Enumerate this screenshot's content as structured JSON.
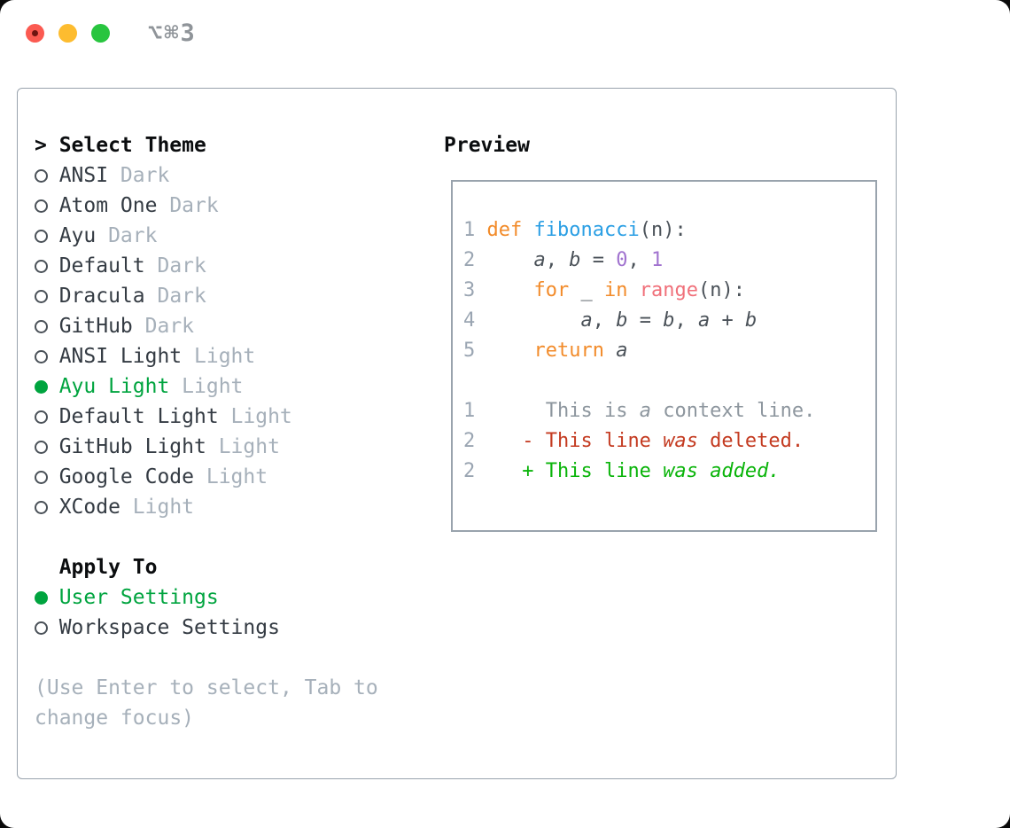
{
  "titlebar": {
    "shortcut": "⌥⌘3"
  },
  "theme_list": {
    "cursor": ">",
    "title": "Select Theme",
    "items": [
      {
        "name": "ANSI",
        "variant": "Dark",
        "selected": false
      },
      {
        "name": "Atom One",
        "variant": "Dark",
        "selected": false
      },
      {
        "name": "Ayu",
        "variant": "Dark",
        "selected": false
      },
      {
        "name": "Default",
        "variant": "Dark",
        "selected": false
      },
      {
        "name": "Dracula",
        "variant": "Dark",
        "selected": false
      },
      {
        "name": "GitHub",
        "variant": "Dark",
        "selected": false
      },
      {
        "name": "ANSI Light",
        "variant": "Light",
        "selected": false
      },
      {
        "name": "Ayu Light",
        "variant": "Light",
        "selected": true
      },
      {
        "name": "Default Light",
        "variant": "Light",
        "selected": false
      },
      {
        "name": "GitHub Light",
        "variant": "Light",
        "selected": false
      },
      {
        "name": "Google Code",
        "variant": "Light",
        "selected": false
      },
      {
        "name": "XCode",
        "variant": "Light",
        "selected": false
      }
    ]
  },
  "apply_to": {
    "title": "Apply To",
    "items": [
      {
        "name": "User Settings",
        "selected": true
      },
      {
        "name": "Workspace Settings",
        "selected": false
      }
    ]
  },
  "hint_lines": [
    "(Use Enter to select, Tab to",
    "change focus)"
  ],
  "preview": {
    "title": "Preview",
    "lines": [
      [
        {
          "t": "1 ",
          "c": "num"
        },
        {
          "t": "def",
          "c": "kw"
        },
        {
          "t": " ",
          "c": "pl"
        },
        {
          "t": "fibonacci",
          "c": "fn"
        },
        {
          "t": "(n):",
          "c": "pl"
        }
      ],
      [
        {
          "t": "2 ",
          "c": "num"
        },
        {
          "t": "    ",
          "c": "pl"
        },
        {
          "t": "a",
          "c": "pl",
          "i": true
        },
        {
          "t": ", ",
          "c": "pl"
        },
        {
          "t": "b",
          "c": "pl",
          "i": true
        },
        {
          "t": " = ",
          "c": "pl"
        },
        {
          "t": "0",
          "c": "lit"
        },
        {
          "t": ", ",
          "c": "pl"
        },
        {
          "t": "1",
          "c": "lit"
        }
      ],
      [
        {
          "t": "3 ",
          "c": "num"
        },
        {
          "t": "    ",
          "c": "pl"
        },
        {
          "t": "for",
          "c": "kw"
        },
        {
          "t": " _ ",
          "c": "pl"
        },
        {
          "t": "in",
          "c": "kw"
        },
        {
          "t": " ",
          "c": "pl"
        },
        {
          "t": "range",
          "c": "call"
        },
        {
          "t": "(n):",
          "c": "pl"
        }
      ],
      [
        {
          "t": "4 ",
          "c": "num"
        },
        {
          "t": "        ",
          "c": "pl"
        },
        {
          "t": "a",
          "c": "pl",
          "i": true
        },
        {
          "t": ", ",
          "c": "pl"
        },
        {
          "t": "b",
          "c": "pl",
          "i": true
        },
        {
          "t": " = ",
          "c": "pl"
        },
        {
          "t": "b",
          "c": "pl",
          "i": true
        },
        {
          "t": ", ",
          "c": "pl"
        },
        {
          "t": "a",
          "c": "pl",
          "i": true
        },
        {
          "t": " + ",
          "c": "pl"
        },
        {
          "t": "b",
          "c": "pl",
          "i": true
        }
      ],
      [
        {
          "t": "5 ",
          "c": "num"
        },
        {
          "t": "    ",
          "c": "pl"
        },
        {
          "t": "return",
          "c": "kw"
        },
        {
          "t": " ",
          "c": "pl"
        },
        {
          "t": "a",
          "c": "pl",
          "i": true
        }
      ],
      [],
      [
        {
          "t": "1",
          "c": "num"
        },
        {
          "t": "      ",
          "c": "pl"
        },
        {
          "t": "This is ",
          "c": "ctx"
        },
        {
          "t": "a",
          "c": "ctx",
          "i": true
        },
        {
          "t": " context line.",
          "c": "ctx"
        }
      ],
      [
        {
          "t": "2",
          "c": "num"
        },
        {
          "t": "    ",
          "c": "pl"
        },
        {
          "t": "- This line ",
          "c": "del"
        },
        {
          "t": "was",
          "c": "del",
          "i": true
        },
        {
          "t": " deleted.",
          "c": "del"
        }
      ],
      [
        {
          "t": "2",
          "c": "num"
        },
        {
          "t": "    ",
          "c": "pl"
        },
        {
          "t": "+ This line ",
          "c": "add"
        },
        {
          "t": "was",
          "c": "add",
          "i": true
        },
        {
          "t": " ",
          "c": "add"
        },
        {
          "t": "added.",
          "c": "add",
          "i": true
        }
      ]
    ]
  },
  "colors": {
    "window_bg": "#ffffff",
    "border": "#99a3ad",
    "traffic_red": "#fb5a51",
    "traffic_red_dot": "#6e1410",
    "traffic_yellow": "#fdbc2f",
    "traffic_green": "#28c53f",
    "shortcut_gray": "#8f9499",
    "heading": "#0b0d0f",
    "item_text": "#343b43",
    "muted": "#a6b0ba",
    "radio_stroke": "#4a5158",
    "selected_green": "#00a43f",
    "line_number": "#9aa5b2",
    "code_default": "#4b5259",
    "keyword_orange": "#f28b2a",
    "function_blue": "#2b9fe4",
    "number_purple": "#a173cf",
    "call_coral": "#f0707a",
    "context_gray": "#8d969e",
    "deleted_red": "#c43b21",
    "added_green": "#0ab40a"
  }
}
